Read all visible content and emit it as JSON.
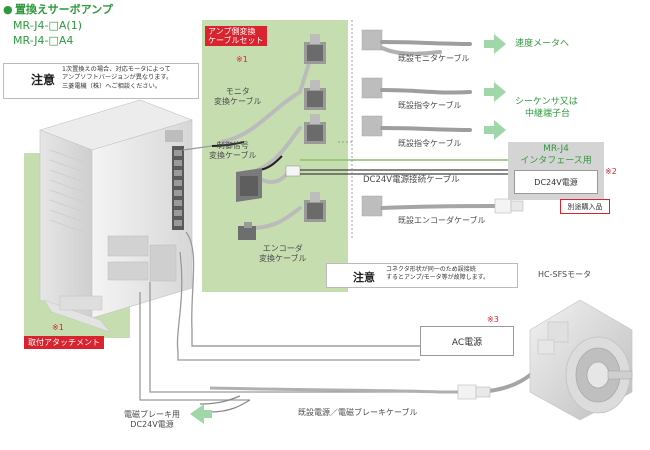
{
  "title": {
    "bullet": "●",
    "heading": "置換えサーボアンプ",
    "model_1": "MR-J4-□A(1)",
    "model_2": "MR-J4-□A4"
  },
  "caution_top": {
    "label": "注意",
    "line_1": "1次置換えの場合、対応モータによって",
    "line_2": "アンプソフトバージョンが異なります。",
    "line_3": "三菱電機（株）へご相談ください。"
  },
  "amp_side_cable_set": {
    "line_1": "アンプ側変換",
    "line_2": "ケーブルセット"
  },
  "notes": {
    "note_1_a": "※1",
    "note_1_b": "※1",
    "note_2": "※2",
    "note_3": "※3"
  },
  "cables": {
    "monitor_1": "モニタ",
    "monitor_2": "変換ケーブル",
    "control_1": "制御信号",
    "control_2": "変換ケーブル",
    "encoder_1": "エンコーダ",
    "encoder_2": "変換ケーブル",
    "existing_monitor": "既設モニタケーブル",
    "existing_command_1": "既設指令ケーブル",
    "existing_command_2": "既設指令ケーブル",
    "dc24v_connect": "DC24V電源接続ケーブル",
    "existing_encoder": "既設エンコーダケーブル",
    "existing_power_brake": "既設電源／電磁ブレーキケーブル"
  },
  "destinations": {
    "speed_meter": "速度メータへ",
    "sequencer_1": "シーケンサ又は",
    "sequencer_2": "中継端子台",
    "brake_power_1": "電磁ブレーキ用",
    "brake_power_2": "DC24V電源"
  },
  "interface": {
    "line_1": "MR-J4",
    "line_2": "インタフェース用",
    "dc24v_supply": "DC24V電源",
    "separate_purchase": "別途購入品"
  },
  "caution_mid": {
    "label": "注意",
    "line_1": "コネクタ形状が同一のため誤接続",
    "line_2": "するとアンプ/モータ等が故障します。"
  },
  "attachment": "取付アタッチメント",
  "ac_power": "AC電源",
  "motor": "HC-SFSモータ",
  "colors": {
    "green": "#2e9a3c",
    "panel_green": "#c6ddb0",
    "red": "#d9232e",
    "arrow_green": "#9fd7a8"
  }
}
